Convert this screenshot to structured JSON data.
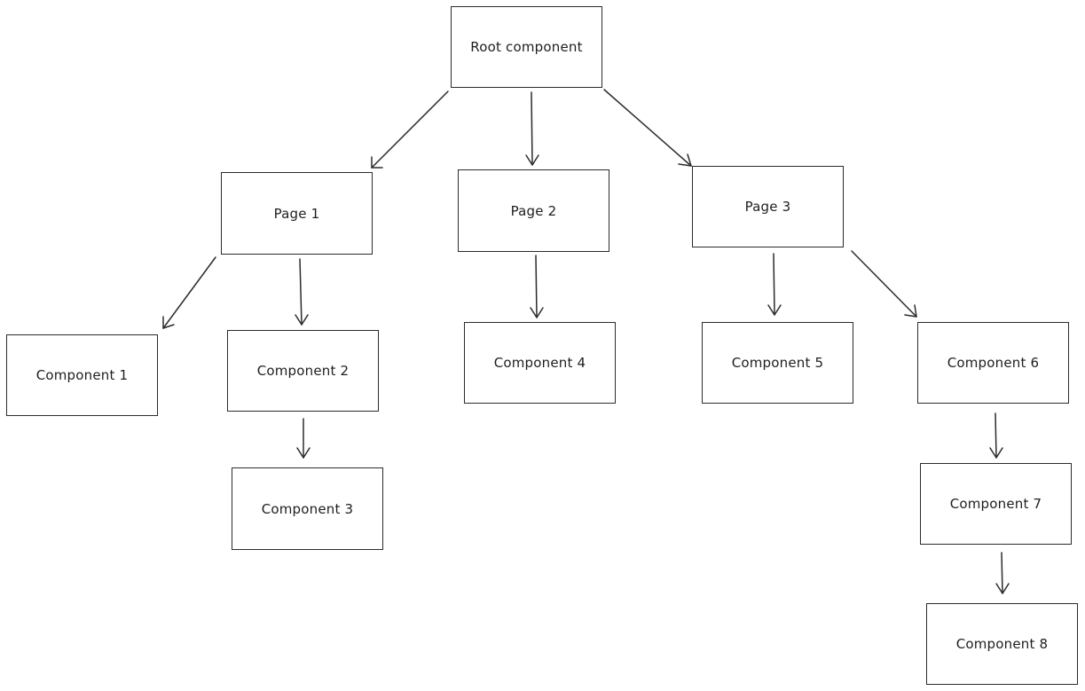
{
  "diagram": {
    "nodes": [
      {
        "id": "root",
        "label": "Root component"
      },
      {
        "id": "page1",
        "label": "Page 1"
      },
      {
        "id": "page2",
        "label": "Page 2"
      },
      {
        "id": "page3",
        "label": "Page 3"
      },
      {
        "id": "comp1",
        "label": "Component 1"
      },
      {
        "id": "comp2",
        "label": "Component 2"
      },
      {
        "id": "comp3",
        "label": "Component 3"
      },
      {
        "id": "comp4",
        "label": "Component 4"
      },
      {
        "id": "comp5",
        "label": "Component 5"
      },
      {
        "id": "comp6",
        "label": "Component 6"
      },
      {
        "id": "comp7",
        "label": "Component 7"
      },
      {
        "id": "comp8",
        "label": "Component 8"
      }
    ],
    "edges": [
      {
        "from": "root",
        "to": "page1"
      },
      {
        "from": "root",
        "to": "page2"
      },
      {
        "from": "root",
        "to": "page3"
      },
      {
        "from": "page1",
        "to": "comp1"
      },
      {
        "from": "page1",
        "to": "comp2"
      },
      {
        "from": "comp2",
        "to": "comp3"
      },
      {
        "from": "page2",
        "to": "comp4"
      },
      {
        "from": "page3",
        "to": "comp5"
      },
      {
        "from": "page3",
        "to": "comp6"
      },
      {
        "from": "comp6",
        "to": "comp7"
      },
      {
        "from": "comp7",
        "to": "comp8"
      }
    ],
    "colors": {
      "stroke": "#2b2b2b",
      "text": "#1e1e1e",
      "background": "#ffffff"
    }
  }
}
